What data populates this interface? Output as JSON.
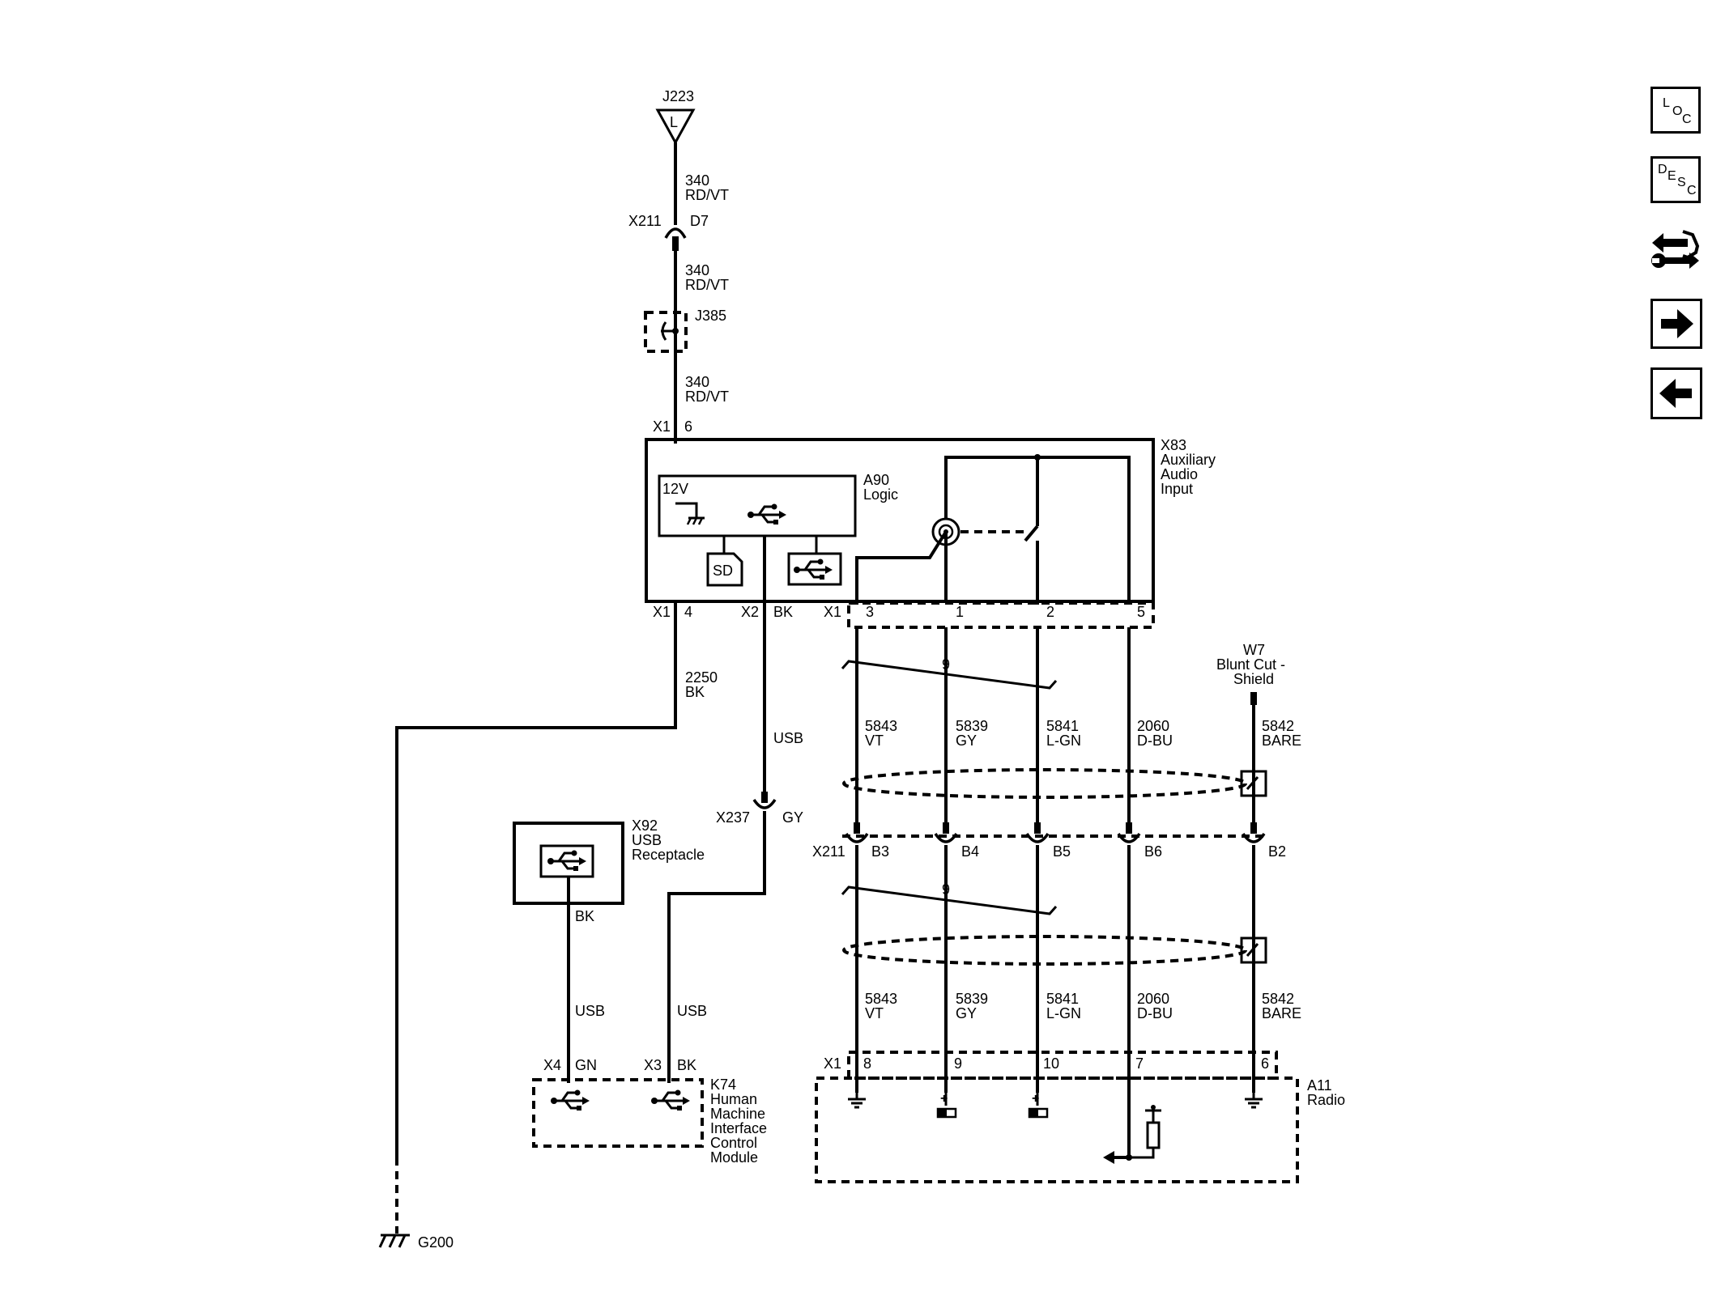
{
  "connectors": {
    "j223": "J223",
    "j223_letter": "L",
    "x211": "X211",
    "d7": "D7",
    "j385": "J385",
    "x1_top": "X1",
    "x1_top_pin": "6",
    "x83_lines": [
      "X83",
      "Auxiliary",
      "Audio",
      "Input"
    ],
    "a90_lines": [
      "A90",
      "Logic"
    ],
    "v12": "12V",
    "sd": "SD",
    "x1_bl": "X1",
    "x1_bl_pin": "4",
    "x2": "X2",
    "x2_color": "BK",
    "x1_br": "X1",
    "x83_pins": [
      "3",
      "1",
      "2",
      "5"
    ],
    "w7_lines": [
      "W7",
      "Blunt Cut -",
      "Shield"
    ],
    "x237": "X237",
    "x237_color": "GY",
    "x211_mid": "X211",
    "x211_pins": [
      "B3",
      "B4",
      "B5",
      "B6",
      "B2"
    ],
    "x92_lines": [
      "X92",
      "USB",
      "Receptacle"
    ],
    "x92_color": "BK",
    "x4": "X4",
    "x4_color": "GN",
    "x3": "X3",
    "x3_color": "BK",
    "k74_lines": [
      "K74",
      "Human",
      "Machine",
      "Interface",
      "Control",
      "Module"
    ],
    "x1_a11": "X1",
    "a11_pins": [
      "8",
      "9",
      "10",
      "7",
      "6"
    ],
    "a11_lines": [
      "A11",
      "Radio"
    ],
    "g200": "G200",
    "twist_count": "9"
  },
  "wires": {
    "w340_a": [
      "340",
      "RD/VT"
    ],
    "w340_b": [
      "340",
      "RD/VT"
    ],
    "w340_c": [
      "340",
      "RD/VT"
    ],
    "w2250": [
      "2250",
      "BK"
    ],
    "usb": "USB",
    "upper_circuits": [
      [
        "5843",
        "VT"
      ],
      [
        "5839",
        "GY"
      ],
      [
        "5841",
        "L-GN"
      ],
      [
        "2060",
        "D-BU"
      ],
      [
        "5842",
        "BARE"
      ]
    ],
    "lower_circuits": [
      [
        "5843",
        "VT"
      ],
      [
        "5839",
        "GY"
      ],
      [
        "5841",
        "L-GN"
      ],
      [
        "2060",
        "D-BU"
      ],
      [
        "5842",
        "BARE"
      ]
    ]
  },
  "nav": {
    "loc": [
      "L",
      "O",
      "C"
    ],
    "desc": [
      "D",
      "E",
      "S",
      "C"
    ],
    "service_icon": "wrench-arrows-icon",
    "next_icon": "arrow-right-icon",
    "prev_icon": "arrow-left-icon"
  }
}
